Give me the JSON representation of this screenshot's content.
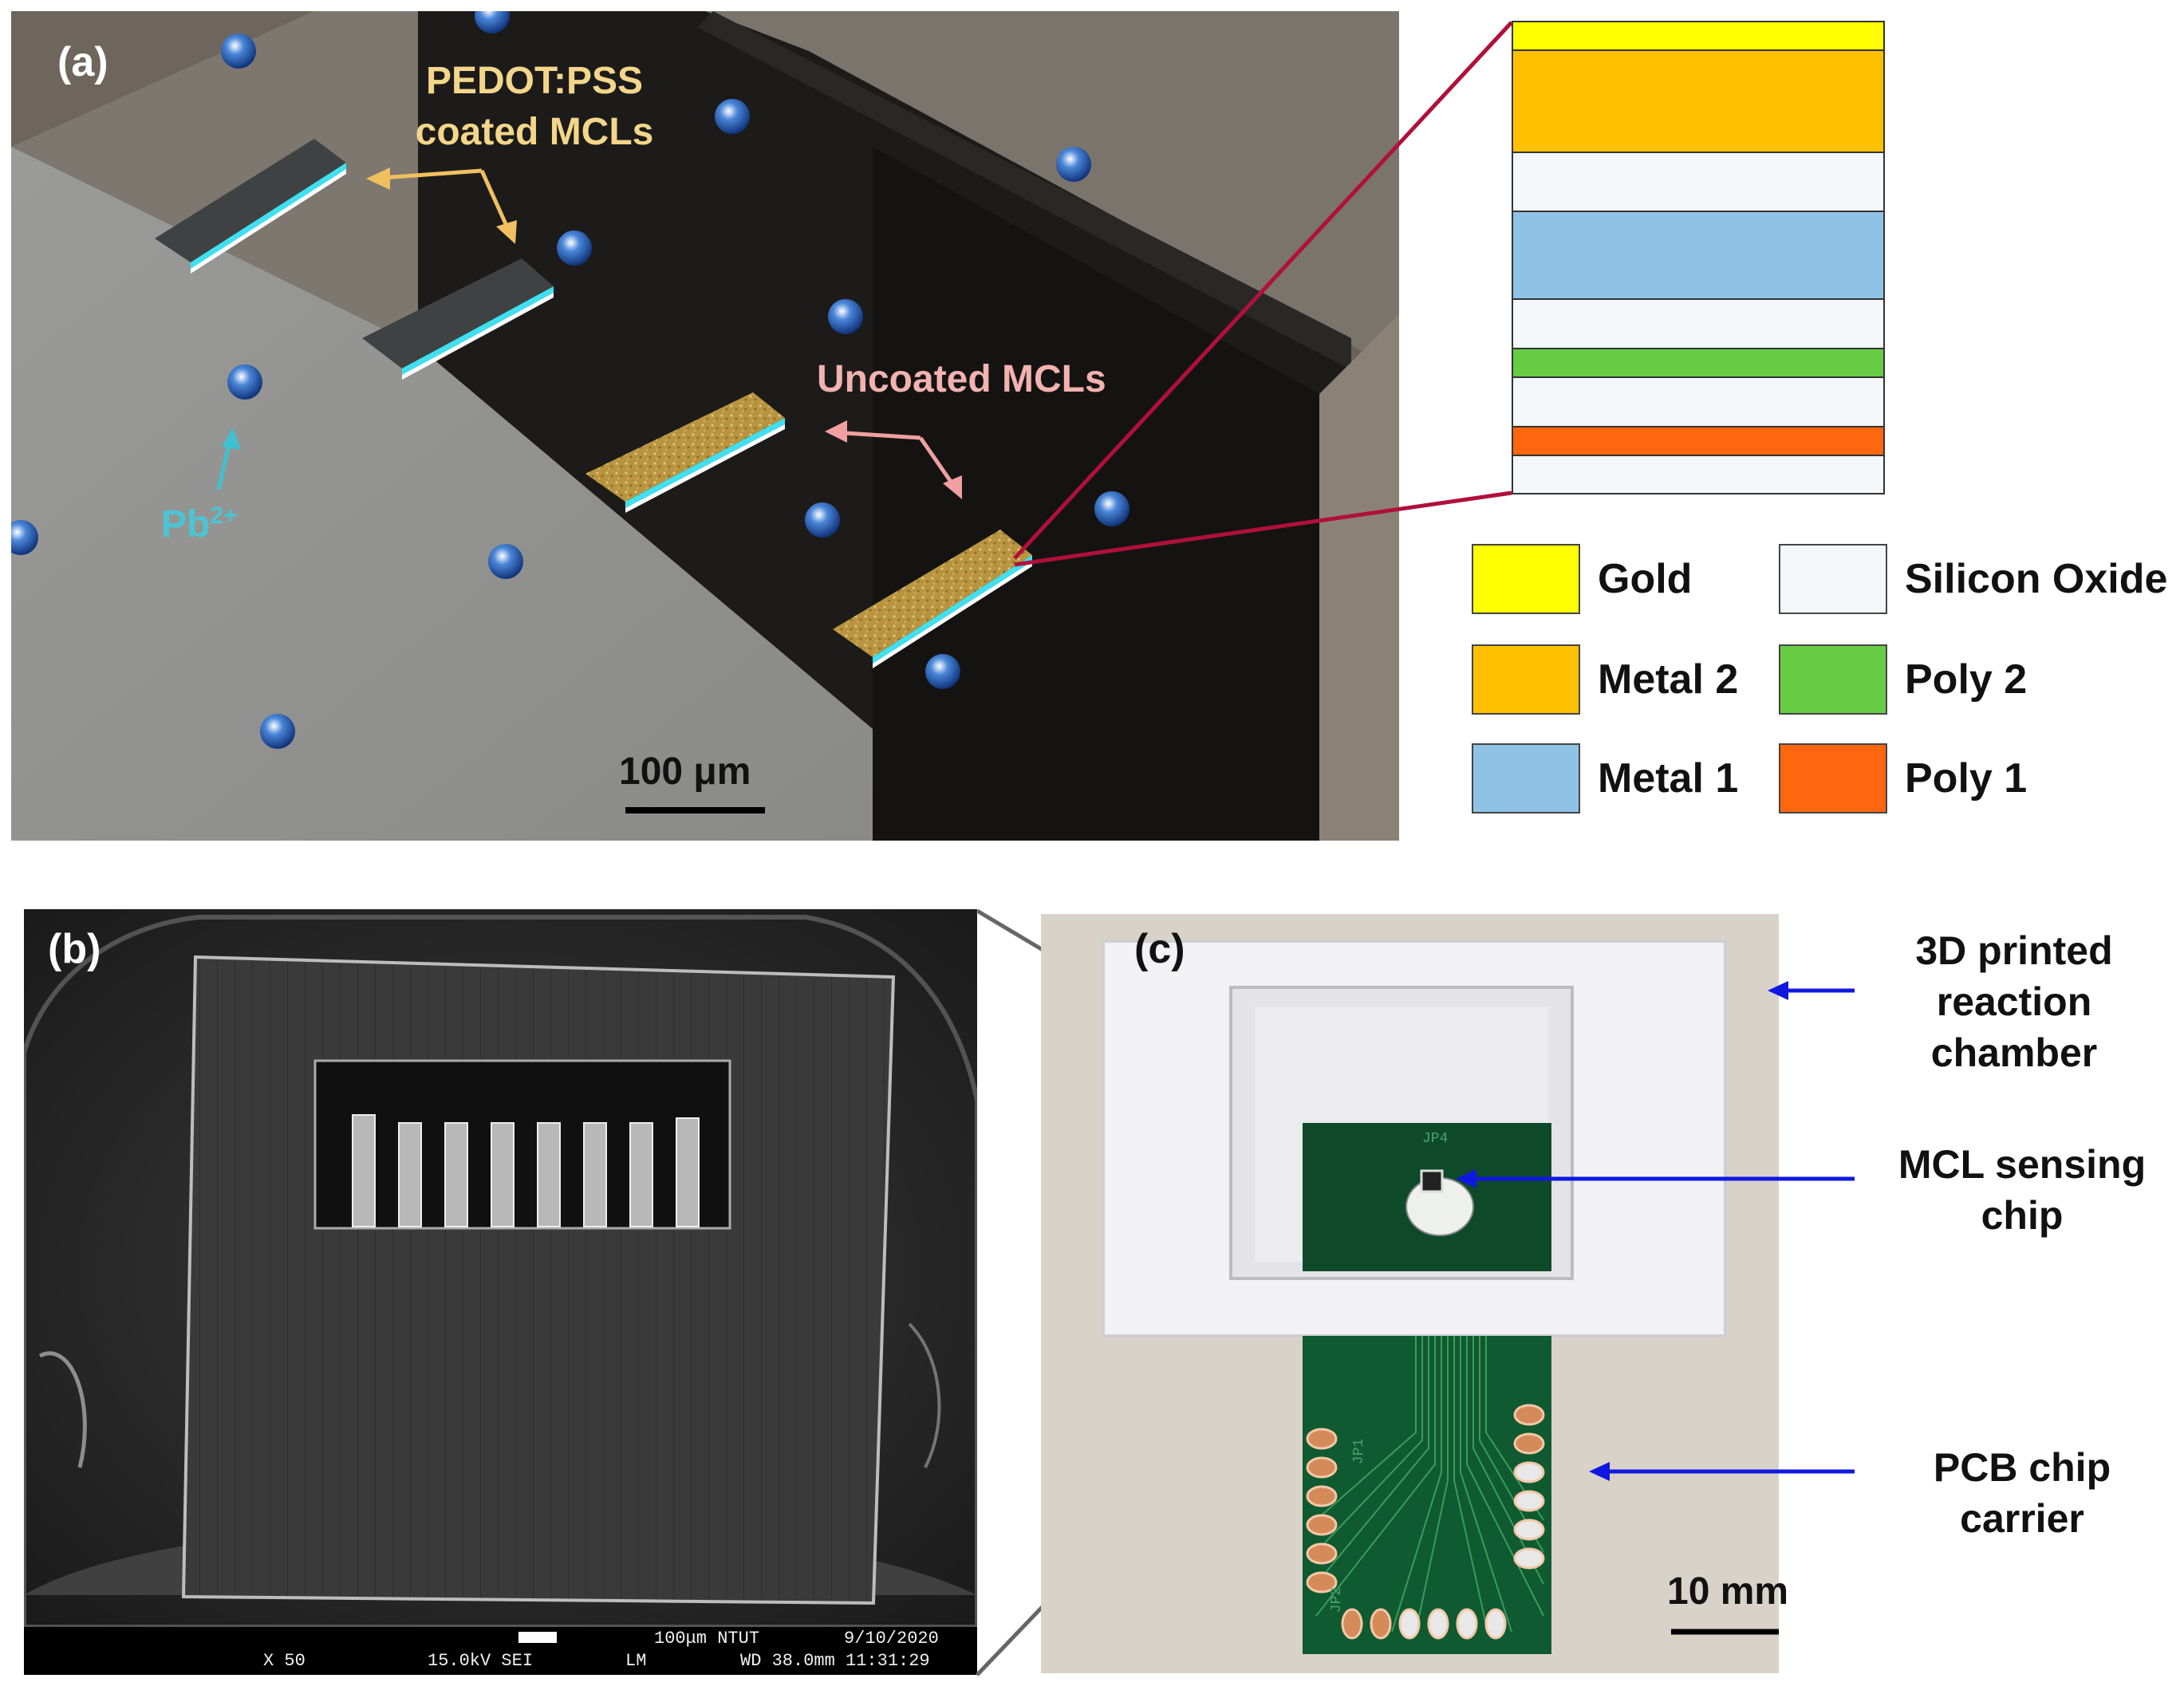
{
  "panel_a": {
    "tag": "(a)",
    "pedot_label_line1": "PEDOT:PSS",
    "pedot_label_line2": "coated MCLs",
    "uncoated_label": "Uncoated MCLs",
    "ion_label": "Pb",
    "ion_charge": "2+",
    "scale_bar": "100 μm"
  },
  "layer_stack": {
    "layers": [
      "Gold",
      "Metal 2",
      "Silicon Oxide",
      "Metal 1",
      "Silicon Oxide",
      "Poly 2",
      "Silicon Oxide",
      "Poly 1",
      "Silicon Oxide"
    ]
  },
  "legend": {
    "items": [
      {
        "label": "Gold",
        "color": "#ffff00"
      },
      {
        "label": "Metal 2",
        "color": "#ffc000"
      },
      {
        "label": "Metal 1",
        "color": "#8fc3e6"
      },
      {
        "label": "Silicon Oxide",
        "color": "#f4f7fa"
      },
      {
        "label": "Poly 2",
        "color": "#66cc44"
      },
      {
        "label": "Poly 1",
        "color": "#ff6610"
      }
    ]
  },
  "panel_b": {
    "tag": "(b)",
    "sem_top": "100μm NTUT",
    "sem_date": "9/10/2020",
    "sem_mag": "X 50",
    "sem_kv": "15.0kV SEI",
    "sem_lm": "LM",
    "sem_wd": "WD 38.0mm 11:31:29"
  },
  "panel_c": {
    "tag": "(c)",
    "label_chamber": "3D printed\nreaction\nchamber",
    "label_chip": "MCL sensing\nchip",
    "label_pcb": "PCB chip\ncarrier",
    "scale_bar": "10 mm",
    "board_text_top": "JP4",
    "board_text_mid": "JP1",
    "board_text_bot": "JP2"
  },
  "colors": {
    "connector_red": "#b0103a",
    "arrow_blue": "#1018e0",
    "arrow_gold": "#f0c060",
    "arrow_pink": "#f0a0a0",
    "ion_cyan": "#40c0d0"
  }
}
